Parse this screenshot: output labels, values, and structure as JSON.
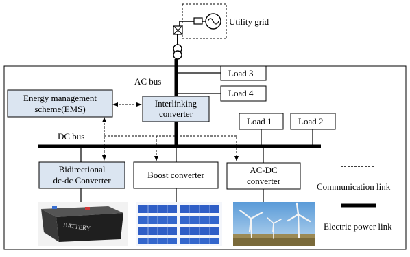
{
  "labels": {
    "utility_grid": "Utility grid",
    "ac_bus": "AC bus",
    "dc_bus": "DC bus",
    "ems_line1": "Energy management",
    "ems_line2": "scheme(EMS)",
    "interlinking_line1": "Interlinking",
    "interlinking_line2": "converter",
    "load1": "Load 1",
    "load2": "Load 2",
    "load3": "Load 3",
    "load4": "Load 4",
    "bidirectional_line1": "Bidirectional",
    "bidirectional_line2": "dc-dc Converter",
    "boost": "Boost converter",
    "acdc_line1": "AC-DC",
    "acdc_line2": "converter",
    "battery_text": "BATTERY"
  },
  "legend": {
    "communication": "Communication link",
    "power": "Electric power link"
  },
  "colors": {
    "box_fill": "#dbe5f1",
    "line": "#000000",
    "battery": "#2b2b2b",
    "solar_panel": "#2f5ec6",
    "sky": "#7fb2e0",
    "ground": "#7a6a3a"
  },
  "icons": [
    "ac-source-icon",
    "switch-icon",
    "transformer-icon",
    "battery-image",
    "solar-panel-image",
    "wind-turbine-image"
  ]
}
